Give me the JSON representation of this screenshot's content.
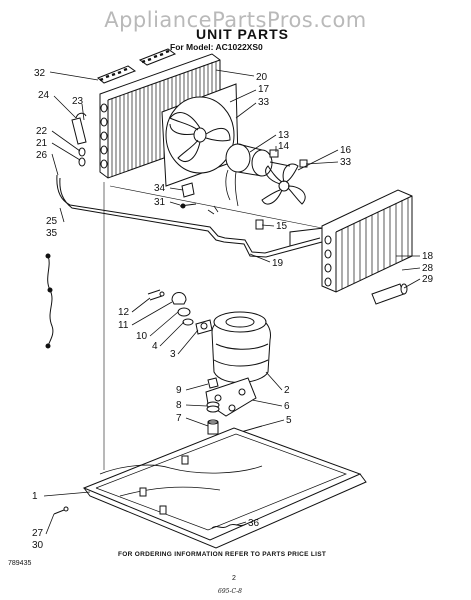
{
  "watermark": "AppliancePartsPros.com",
  "title": "UNIT PARTS",
  "model": "For Model: AC1022XS0",
  "footer": "FOR ORDERING INFORMATION REFER TO PARTS PRICE LIST",
  "code": "789435",
  "page_number": "2",
  "handwritten": "695-C-8",
  "callouts": [
    "32",
    "20",
    "24",
    "23",
    "17",
    "33",
    "22",
    "21",
    "26",
    "13",
    "14",
    "16",
    "33",
    "34",
    "31",
    "15",
    "25",
    "35",
    "18",
    "28",
    "29",
    "19",
    "12",
    "11",
    "10",
    "4",
    "3",
    "2",
    "9",
    "6",
    "8",
    "7",
    "5",
    "1",
    "27",
    "30",
    "36"
  ]
}
